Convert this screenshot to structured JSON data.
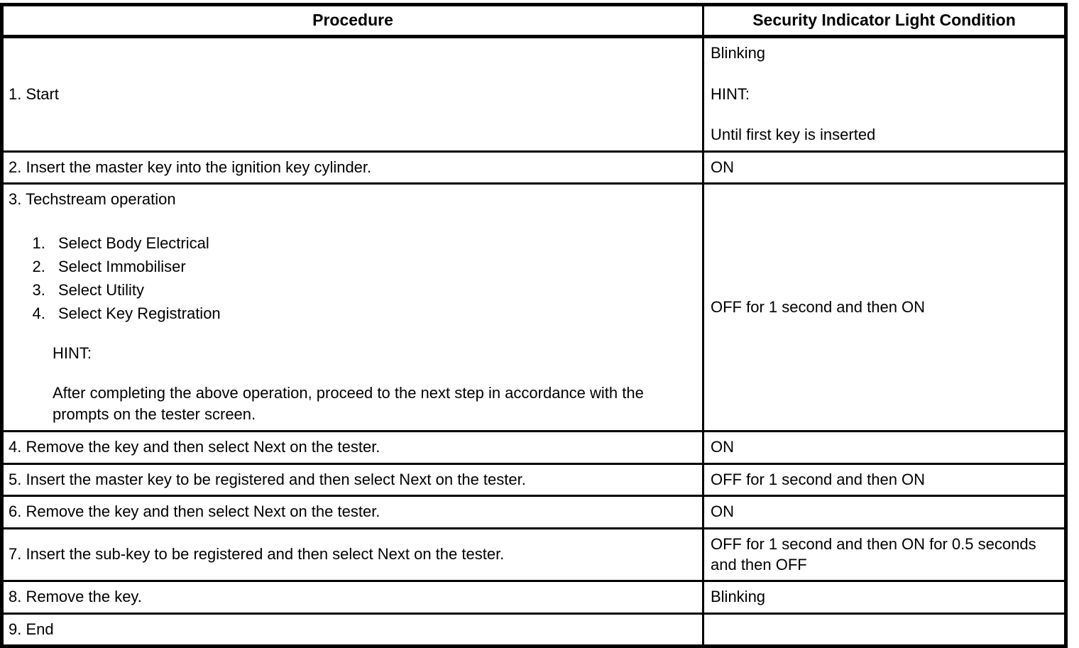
{
  "table": {
    "headers": [
      "Procedure",
      "Security Indicator Light Condition"
    ],
    "rows": [
      {
        "procedure": "1. Start",
        "condition_lines": [
          "Blinking",
          "HINT:",
          "Until first key is inserted"
        ]
      },
      {
        "procedure": "2. Insert the master key into the ignition key cylinder.",
        "condition": "ON"
      },
      {
        "procedure_title": "3. Techstream operation",
        "substeps": [
          "Select Body Electrical",
          "Select Immobiliser",
          "Select Utility",
          "Select Key Registration"
        ],
        "hint_label": "HINT:",
        "hint_text": "After completing the above operation, proceed to the next step in accordance with the prompts on the tester screen.",
        "condition": "OFF for 1 second and then ON"
      },
      {
        "procedure": "4. Remove the key and then select Next on the tester.",
        "condition": "ON"
      },
      {
        "procedure": "5. Insert the master key to be registered and then select Next on the tester.",
        "condition": "OFF for 1 second and then ON"
      },
      {
        "procedure": "6. Remove the key and then select Next on the tester.",
        "condition": "ON"
      },
      {
        "procedure": "7. Insert the sub-key to be registered and then select Next on the tester.",
        "condition": "OFF for 1 second and then ON for 0.5 seconds and then OFF"
      },
      {
        "procedure": "8. Remove the key.",
        "condition": "Blinking"
      },
      {
        "procedure": "9. End",
        "condition": ""
      }
    ]
  },
  "colors": {
    "border": "#000000",
    "text": "#000000",
    "background": "#ffffff"
  }
}
